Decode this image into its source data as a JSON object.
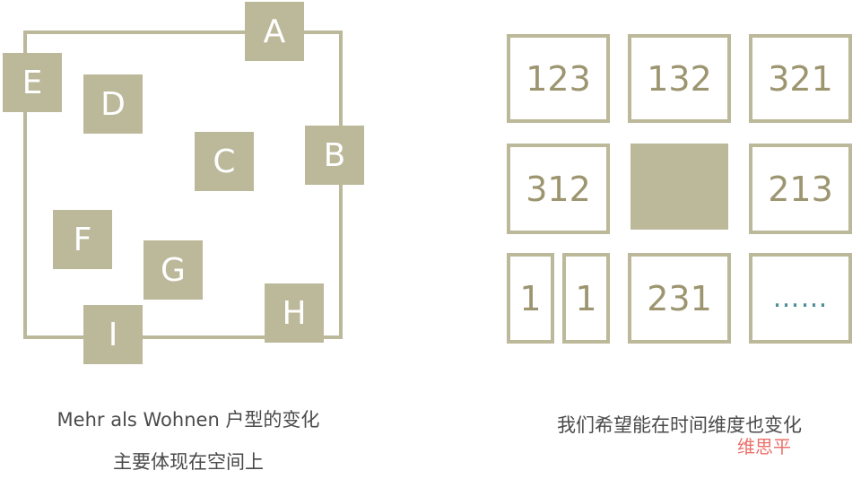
{
  "left_diagram": {
    "tiles": [
      "A",
      "B",
      "C",
      "D",
      "E",
      "F",
      "G",
      "H",
      "I"
    ]
  },
  "right_diagram": {
    "cells": [
      "123",
      "132",
      "321",
      "312",
      "",
      "213",
      "1",
      "1",
      "231",
      "……"
    ]
  },
  "captions": {
    "left_line1": "Mehr als Wohnen 户型的变化",
    "left_line2": "主要体现在空间上",
    "right_line1": "我们希望能在时间维度也变化"
  },
  "watermark": "维思平",
  "colors": {
    "tile": "#bcb89a",
    "cell_text": "#9c9570",
    "ellipsis": "#4b8f95",
    "caption": "#4a4a4a",
    "watermark": "#e8574f"
  }
}
